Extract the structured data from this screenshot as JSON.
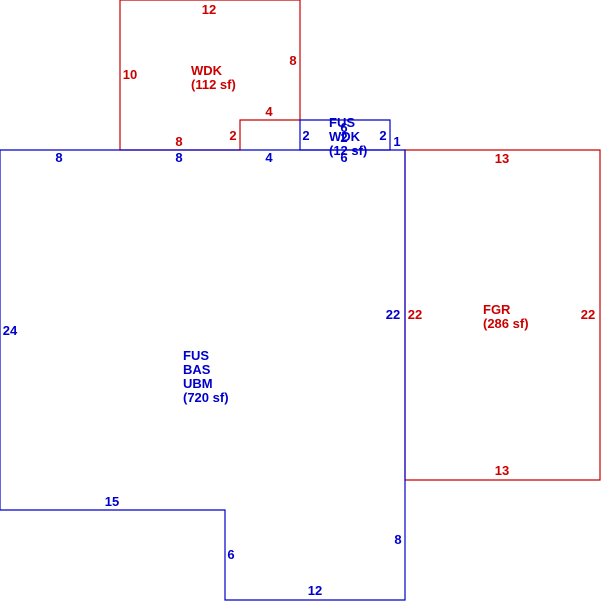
{
  "colors": {
    "primary": "#0000cc",
    "secondary": "#cc0000"
  },
  "areas": {
    "main": {
      "codes": [
        "FUS",
        "BAS",
        "UBM"
      ],
      "size": "(720 sf)"
    },
    "garage": {
      "codes": [
        "FGR"
      ],
      "size": "(286 sf)"
    },
    "deck": {
      "codes": [
        "WDK"
      ],
      "size": "(112 sf)"
    },
    "small_deck": {
      "codes": [
        "FUS",
        "WDK"
      ],
      "size": "(12 sf)"
    }
  },
  "dimensions": {
    "main_top_left": "8",
    "main_top_mid": "8",
    "main_top_right": "4",
    "main_left": "24",
    "main_right": "22",
    "main_bottom_left": "15",
    "main_notch": "6",
    "main_bottom": "12",
    "main_lower_right": "8",
    "garage_top": "13",
    "garage_left": "22",
    "garage_right": "22",
    "garage_bottom": "13",
    "deck_top": "12",
    "deck_left": "10",
    "deck_right": "8",
    "deck_bottom": "8",
    "deck_step_up": "2",
    "deck_step_top": "4",
    "small_deck_left": "2",
    "small_deck_right": "2",
    "small_deck_bottom": "6",
    "small_deck_top": "6",
    "small_deck_inner": "2",
    "small_deck_far": "1"
  }
}
